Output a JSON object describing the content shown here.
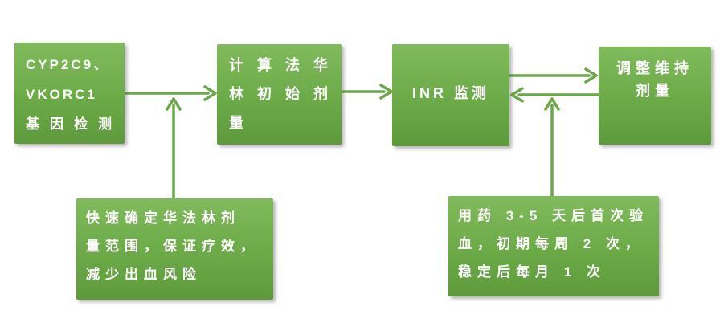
{
  "colors": {
    "box_top": "#80ba5c",
    "box_mid": "#6caa48",
    "box_bottom": "#5e9a3c",
    "arrow": "#6ca74a",
    "box_text": "#ffffff",
    "page_bg": "#ffffff"
  },
  "flow": {
    "gene_box": {
      "lines": [
        "CYP2C9、",
        "VKORC1",
        "基因检测"
      ],
      "full_text": "CYP2C9、VKORC1基因检测"
    },
    "initial_dose_box": {
      "lines": [
        "计算法华",
        "林初始剂",
        "量"
      ],
      "full_text": "计算法华林初始剂量"
    },
    "inr_box": {
      "label": "INR 监测"
    },
    "adjust_box": {
      "lines": [
        "调整维持",
        "剂量"
      ],
      "full_text": "调整维持剂量"
    },
    "note_left": {
      "lines": [
        "快速确定华法林剂",
        "量范围，保证疗效，",
        "减少出血风险"
      ],
      "full_text": "快速确定华法林剂量范围，保证疗效，减少出血风险"
    },
    "note_right": {
      "lines": [
        "用药 3-5 天后首次验",
        "血，初期每周 2 次，",
        "稳定后每月 1 次"
      ],
      "full_text": "用药 3-5 天后首次验血，初期每周 2 次，稳定后每月 1 次"
    }
  }
}
